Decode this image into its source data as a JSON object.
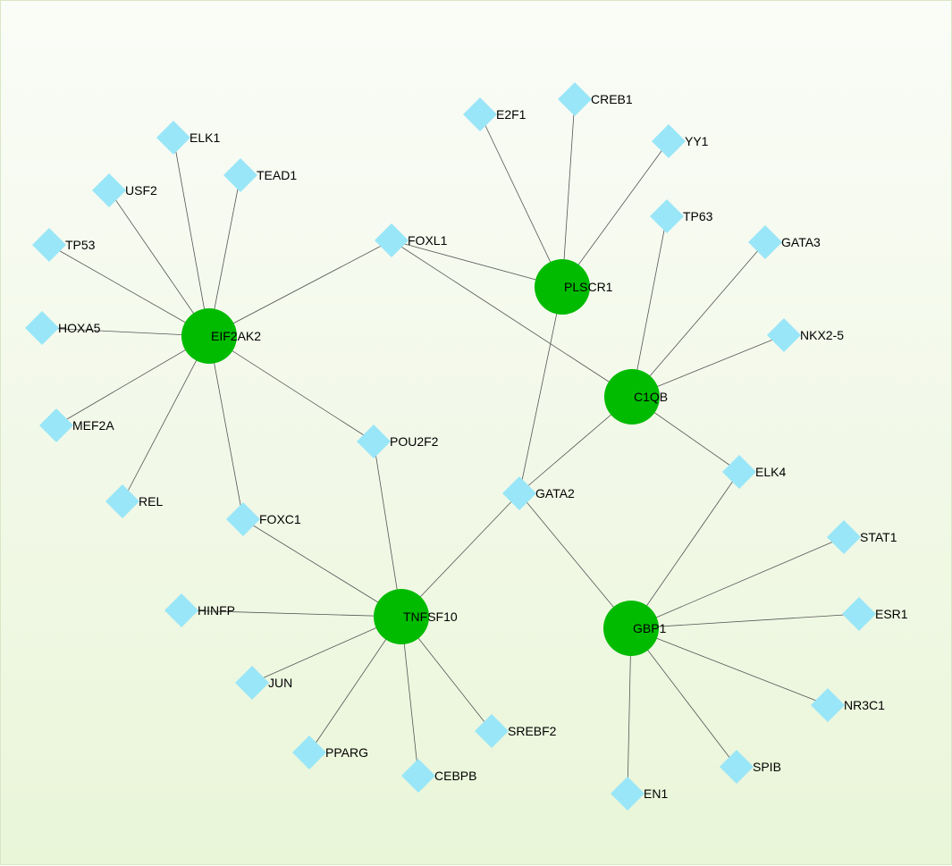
{
  "colors": {
    "hub": "#00bb00",
    "target": "#99e6f8",
    "edge": "#555555"
  },
  "nodes": [
    {
      "id": "EIF2AK2",
      "label": "EIF2AK2",
      "type": "hub"
    },
    {
      "id": "PLSCR1",
      "label": "PLSCR1",
      "type": "hub"
    },
    {
      "id": "C1QB",
      "label": "C1QB",
      "type": "hub"
    },
    {
      "id": "TNFSF10",
      "label": "TNFSF10",
      "type": "hub"
    },
    {
      "id": "GBP1",
      "label": "GBP1",
      "type": "hub"
    },
    {
      "id": "ELK1",
      "label": "ELK1",
      "type": "target"
    },
    {
      "id": "TEAD1",
      "label": "TEAD1",
      "type": "target"
    },
    {
      "id": "USF2",
      "label": "USF2",
      "type": "target"
    },
    {
      "id": "TP53",
      "label": "TP53",
      "type": "target"
    },
    {
      "id": "HOXA5",
      "label": "HOXA5",
      "type": "target"
    },
    {
      "id": "MEF2A",
      "label": "MEF2A",
      "type": "target"
    },
    {
      "id": "REL",
      "label": "REL",
      "type": "target"
    },
    {
      "id": "FOXC1",
      "label": "FOXC1",
      "type": "target"
    },
    {
      "id": "POU2F2",
      "label": "POU2F2",
      "type": "target"
    },
    {
      "id": "FOXL1",
      "label": "FOXL1",
      "type": "target"
    },
    {
      "id": "E2F1",
      "label": "E2F1",
      "type": "target"
    },
    {
      "id": "CREB1",
      "label": "CREB1",
      "type": "target"
    },
    {
      "id": "YY1",
      "label": "YY1",
      "type": "target"
    },
    {
      "id": "TP63",
      "label": "TP63",
      "type": "target"
    },
    {
      "id": "GATA3",
      "label": "GATA3",
      "type": "target"
    },
    {
      "id": "NKX2-5",
      "label": "NKX2-5",
      "type": "target"
    },
    {
      "id": "ELK4",
      "label": "ELK4",
      "type": "target"
    },
    {
      "id": "GATA2",
      "label": "GATA2",
      "type": "target"
    },
    {
      "id": "STAT1",
      "label": "STAT1",
      "type": "target"
    },
    {
      "id": "ESR1",
      "label": "ESR1",
      "type": "target"
    },
    {
      "id": "NR3C1",
      "label": "NR3C1",
      "type": "target"
    },
    {
      "id": "SPIB",
      "label": "SPIB",
      "type": "target"
    },
    {
      "id": "EN1",
      "label": "EN1",
      "type": "target"
    },
    {
      "id": "HINFP",
      "label": "HINFP",
      "type": "target"
    },
    {
      "id": "JUN",
      "label": "JUN",
      "type": "target"
    },
    {
      "id": "PPARG",
      "label": "PPARG",
      "type": "target"
    },
    {
      "id": "CEBPB",
      "label": "CEBPB",
      "type": "target"
    },
    {
      "id": "SREBF2",
      "label": "SREBF2",
      "type": "target"
    }
  ],
  "edges": [
    [
      "EIF2AK2",
      "ELK1"
    ],
    [
      "EIF2AK2",
      "TEAD1"
    ],
    [
      "EIF2AK2",
      "USF2"
    ],
    [
      "EIF2AK2",
      "TP53"
    ],
    [
      "EIF2AK2",
      "HOXA5"
    ],
    [
      "EIF2AK2",
      "MEF2A"
    ],
    [
      "EIF2AK2",
      "REL"
    ],
    [
      "EIF2AK2",
      "FOXC1"
    ],
    [
      "EIF2AK2",
      "POU2F2"
    ],
    [
      "EIF2AK2",
      "FOXL1"
    ],
    [
      "PLSCR1",
      "FOXL1"
    ],
    [
      "PLSCR1",
      "E2F1"
    ],
    [
      "PLSCR1",
      "CREB1"
    ],
    [
      "PLSCR1",
      "YY1"
    ],
    [
      "PLSCR1",
      "GATA2"
    ],
    [
      "C1QB",
      "FOXL1"
    ],
    [
      "C1QB",
      "TP63"
    ],
    [
      "C1QB",
      "GATA3"
    ],
    [
      "C1QB",
      "NKX2-5"
    ],
    [
      "C1QB",
      "ELK4"
    ],
    [
      "C1QB",
      "GATA2"
    ],
    [
      "TNFSF10",
      "FOXC1"
    ],
    [
      "TNFSF10",
      "POU2F2"
    ],
    [
      "TNFSF10",
      "GATA2"
    ],
    [
      "TNFSF10",
      "HINFP"
    ],
    [
      "TNFSF10",
      "JUN"
    ],
    [
      "TNFSF10",
      "PPARG"
    ],
    [
      "TNFSF10",
      "CEBPB"
    ],
    [
      "TNFSF10",
      "SREBF2"
    ],
    [
      "GBP1",
      "GATA2"
    ],
    [
      "GBP1",
      "ELK4"
    ],
    [
      "GBP1",
      "STAT1"
    ],
    [
      "GBP1",
      "ESR1"
    ],
    [
      "GBP1",
      "NR3C1"
    ],
    [
      "GBP1",
      "SPIB"
    ],
    [
      "GBP1",
      "EN1"
    ]
  ]
}
